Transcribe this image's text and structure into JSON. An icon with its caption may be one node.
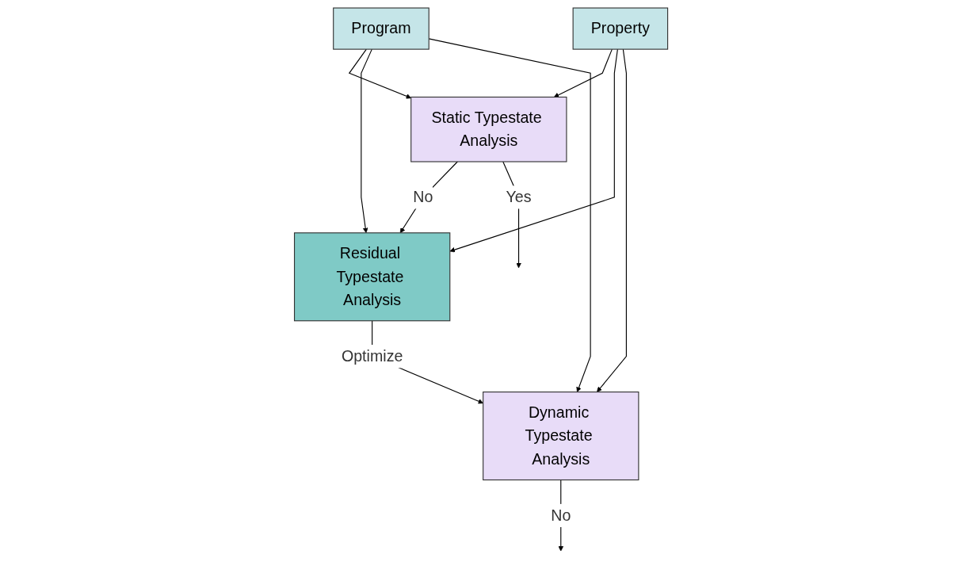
{
  "diagram": {
    "nodes": [
      {
        "text": [
          "Program"
        ]
      },
      {
        "text": [
          "Property"
        ]
      },
      {
        "text": [
          "Static Typestate Analysis"
        ]
      },
      {
        "text": [
          "Residual Typestate Analysis"
        ]
      },
      {
        "text": [
          "Dynamic Typestate Analysis"
        ]
      }
    ],
    "edges": [
      {
        "from": 0,
        "to": 2,
        "arrow": "to"
      },
      {
        "from": 0,
        "to": 3,
        "arrow": "to"
      },
      {
        "from": 0,
        "to": 4,
        "arrow": "to"
      },
      {
        "from": 1,
        "to": 2,
        "arrow": "to"
      },
      {
        "from": 1,
        "to": 3,
        "arrow": "to"
      },
      {
        "from": 1,
        "to": 4,
        "arrow": "to"
      },
      {
        "from": 2,
        "to": 3,
        "label": "No",
        "arrow": "to"
      },
      {
        "from": 3,
        "to": 4,
        "label": "Optimize",
        "arrow": "to"
      },
      {
        "from": 2,
        "to": null,
        "label": "Yes",
        "arrow": "to"
      },
      {
        "from": 4,
        "to": null,
        "label": "No",
        "arrow": "to"
      }
    ]
  }
}
